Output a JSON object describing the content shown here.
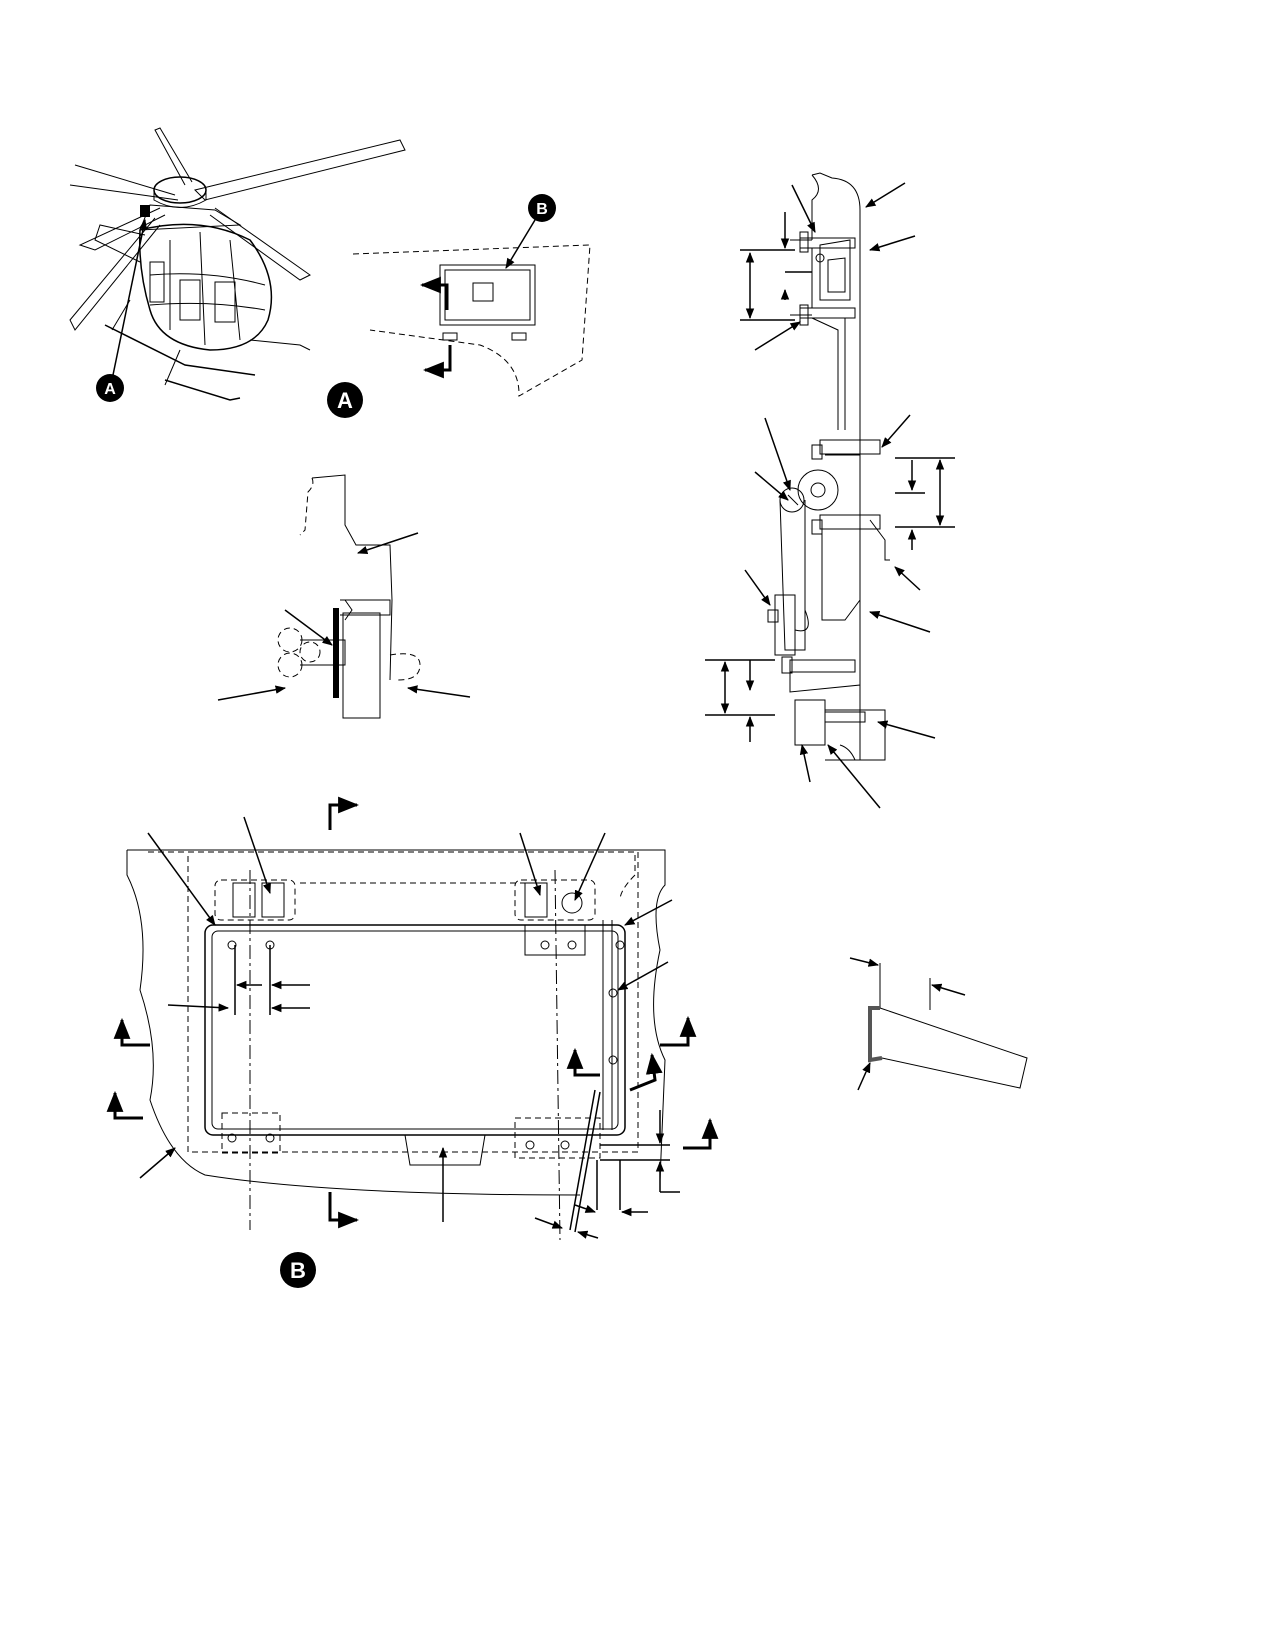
{
  "figure": {
    "callouts": {
      "detail_a": "A",
      "detail_b": "B",
      "detail_a_large": "A",
      "detail_b_large": "B"
    }
  }
}
